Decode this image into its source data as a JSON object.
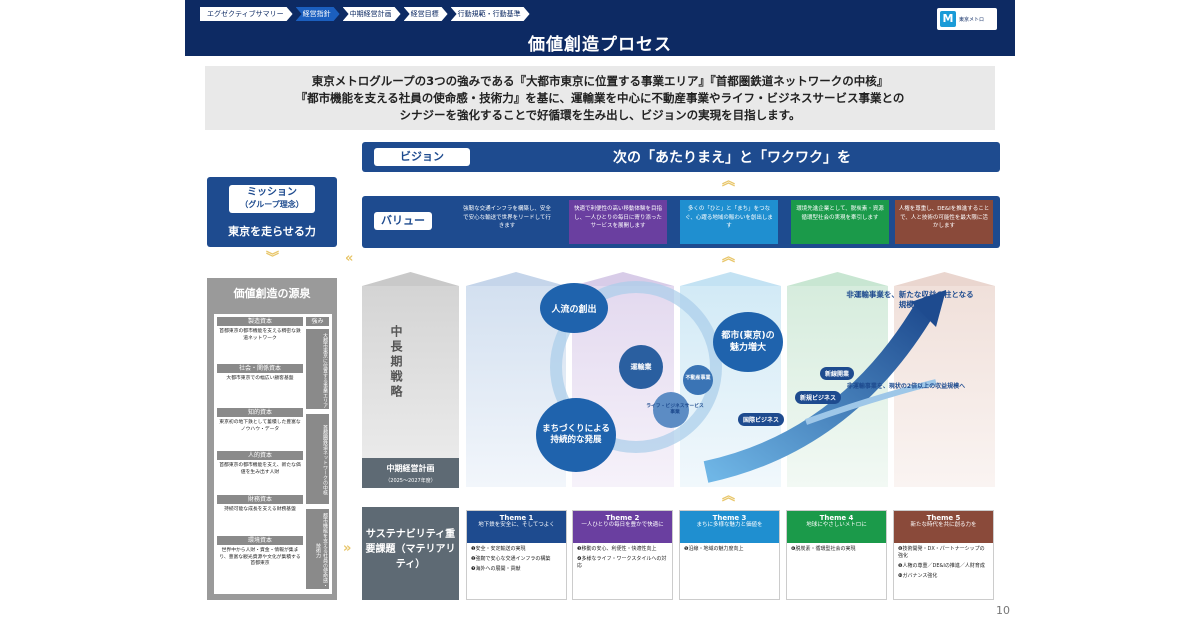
{
  "header": {
    "crumbs": [
      "エグゼクティブサマリー",
      "経営指針",
      "中期経営計画",
      "経営目標",
      "行動規範・行動基準"
    ],
    "title": "価値創造プロセス",
    "logo_text": "東京メトロ"
  },
  "intro": [
    "東京メトログループの3つの強みである『大都市東京に位置する事業エリア』『首都圏鉄道ネットワークの中核』",
    "『都市機能を支える社員の使命感・技術力』を基に、運輸業を中心に不動産事業やライフ・ビジネスサービス事業との",
    "シナジーを強化することで好循環を生み出し、ビジョンの実現を目指します。"
  ],
  "vision": {
    "tag": "ビジョン",
    "text": "次の「あたりまえ」と「ワクワク」を"
  },
  "mission": {
    "tag_line1": "ミッション",
    "tag_line2": "（グループ理念）",
    "text": "東京を走らせる力"
  },
  "value": {
    "tag": "バリュー",
    "items": [
      {
        "text": "強靭な交通インフラを構築し、安全で安心な輸送で世界をリードして行きます",
        "color": "#1e4b8f"
      },
      {
        "text": "快適で利便性の高い移動体験を目指し、一人ひとりの毎日に寄り添ったサービスを展開します",
        "color": "#6a3fa0"
      },
      {
        "text": "多くの「ひと」と「まち」をつなぐ、心躍る地域の賑わいを創出します",
        "color": "#1f8fd0"
      },
      {
        "text": "環境先進企業として、脱炭素・資源循環型社会の実現を牽引します",
        "color": "#1b9a4a"
      },
      {
        "text": "人権を尊重し、DE&Iを推進することで、人と技術の可能性を最大限に活かします",
        "color": "#8a4a3a"
      }
    ]
  },
  "sources": {
    "title": "価値創造の源泉",
    "strength_header": "強み",
    "capitals": [
      {
        "name": "製造資本",
        "desc": "首都東京の都市機能を支える稠密な鉄道ネットワーク"
      },
      {
        "name": "社会・関係資本",
        "desc": "大都市東京での幅広い顧客基盤"
      },
      {
        "name": "知的資本",
        "desc": "東京初の地下鉄として蓄積した豊富なノウハウ・データ"
      },
      {
        "name": "人的資本",
        "desc": "首都東京の都市機能を支え、新たな価値を生み出す人財"
      },
      {
        "name": "財務資本",
        "desc": "持続可能な成長を支える財務基盤"
      },
      {
        "name": "環境資本",
        "desc": "世界中から人財・資金・情報が集まり、豊富な観光資源や文化が集積する首都東京"
      }
    ],
    "strengths": [
      "大都市東京に位置する事業エリア",
      "首都圏鉄道ネットワークの中核",
      "都市機能を支える社員の使命感・技術力"
    ]
  },
  "strategy": {
    "label": "中長期戦略",
    "mtp_title": "中期経営計画",
    "mtp_period": "（2025〜2027年度）",
    "circle1": "人流の創出",
    "circle2": "都市(東京)の魅力増大",
    "circle3": "まちづくりによる持続的な発展",
    "gear1": "運輸業",
    "gear2": "不動産事業",
    "gear3": "ライフ・ビジネスサービス事業",
    "arrow_top": "非運輸事業を、新たな収益の柱となる規模へ",
    "arrow_mid": "非運輸事業を、現状の2倍以上の収益規模へ",
    "ribbons": [
      "新線開業",
      "新規ビジネス",
      "国際ビジネス"
    ]
  },
  "materiality": {
    "title": "サステナビリティ重要課題（マテリアリティ）",
    "themes": [
      {
        "name": "Theme 1",
        "desc": "地下鉄を安全に、そしてつよく",
        "color": "#1e4b8f",
        "items": [
          "❶安全・安定輸送の実現",
          "❷強靭で安心な交通インフラの構築",
          "❼海外への展開・貢献"
        ]
      },
      {
        "name": "Theme 2",
        "desc": "一人ひとりの毎日を豊かで快適に",
        "color": "#6a3fa0",
        "items": [
          "❸移動の安心、利便性・快適性向上",
          "❹多様なライフ・ワークスタイルへの対応"
        ]
      },
      {
        "name": "Theme 3",
        "desc": "まちに多様な魅力と価値を",
        "color": "#1f8fd0",
        "items": [
          "❺沿線・地域の魅力度向上"
        ]
      },
      {
        "name": "Theme 4",
        "desc": "地球にやさしいメトロに",
        "color": "#1b9a4a",
        "items": [
          "❻脱炭素・循環型社会の実現"
        ]
      },
      {
        "name": "Theme 5",
        "desc": "新たな時代を共に創る力を",
        "color": "#8a4a3a",
        "items": [
          "❽技術開発・DX・パートナーシップの強化",
          "❾人権の尊重／DE&Iの推進／人財育成",
          "❿ガバナンス強化"
        ]
      }
    ]
  },
  "page_number": "10"
}
